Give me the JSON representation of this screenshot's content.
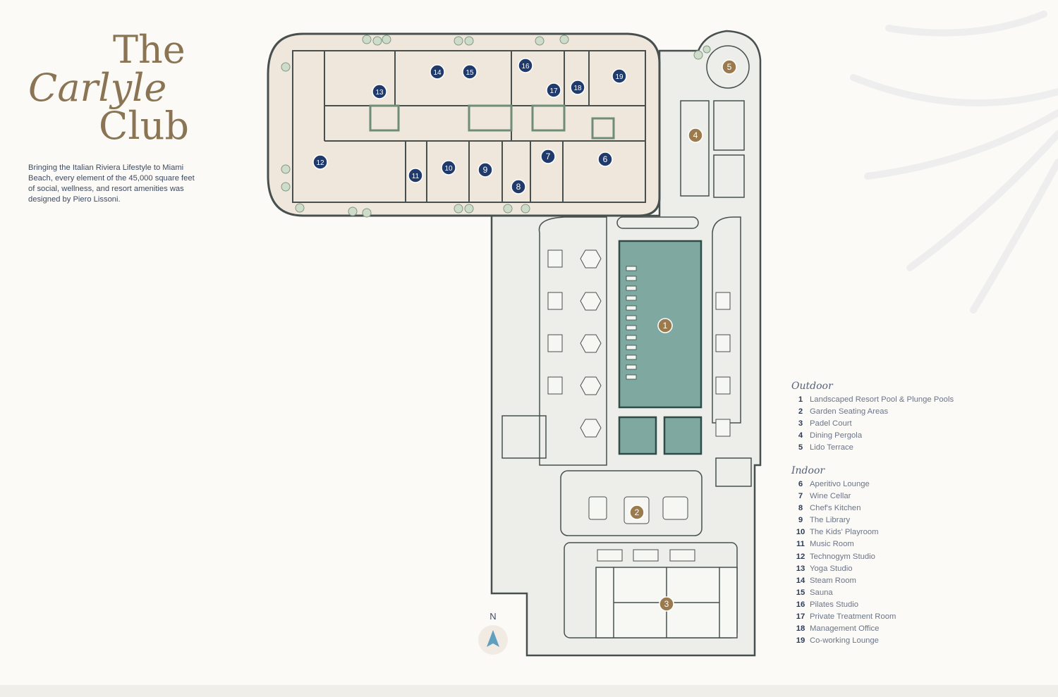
{
  "title": {
    "line1": "The",
    "line2": "Carlyle",
    "line3": "Club"
  },
  "intro": "Bringing the Italian Riviera Lifestyle to Miami Beach, every element of the 45,000 square feet of social, wellness, and resort amenities was designed by Piero Lissoni.",
  "compass_label": "N",
  "legend": {
    "outdoor_heading": "Outdoor",
    "outdoor": [
      {
        "num": "1",
        "label": "Landscaped Resort Pool & Plunge Pools"
      },
      {
        "num": "2",
        "label": "Garden Seating Areas"
      },
      {
        "num": "3",
        "label": "Padel Court"
      },
      {
        "num": "4",
        "label": "Dining Pergola"
      },
      {
        "num": "5",
        "label": "Lido Terrace"
      }
    ],
    "indoor_heading": "Indoor",
    "indoor": [
      {
        "num": "6",
        "label": "Aperitivo Lounge"
      },
      {
        "num": "7",
        "label": "Wine Cellar"
      },
      {
        "num": "8",
        "label": "Chef's Kitchen"
      },
      {
        "num": "9",
        "label": "The Library"
      },
      {
        "num": "10",
        "label": "The Kids' Playroom"
      },
      {
        "num": "11",
        "label": "Music Room"
      },
      {
        "num": "12",
        "label": "Technogym Studio"
      },
      {
        "num": "13",
        "label": "Yoga Studio"
      },
      {
        "num": "14",
        "label": "Steam Room"
      },
      {
        "num": "15",
        "label": "Sauna"
      },
      {
        "num": "16",
        "label": "Pilates Studio"
      },
      {
        "num": "17",
        "label": "Private Treatment Room"
      },
      {
        "num": "18",
        "label": "Management Office"
      },
      {
        "num": "19",
        "label": "Co-working Lounge"
      }
    ]
  },
  "markers": {
    "outdoor": [
      "1",
      "2",
      "3",
      "4",
      "5"
    ],
    "indoor": [
      "6",
      "7",
      "8",
      "9",
      "10",
      "11",
      "12",
      "13",
      "14",
      "15",
      "16",
      "17",
      "18",
      "19"
    ]
  },
  "colors": {
    "title": "#8a7453",
    "outdoor_marker": "#9b7b4e",
    "indoor_marker": "#1f3a6b",
    "pool": "#7fa9a0",
    "indoor_floor": "#efe7dc",
    "outdoor_floor": "#edeeea",
    "wall": "#47504f",
    "accent_wall": "#6f8c78"
  }
}
